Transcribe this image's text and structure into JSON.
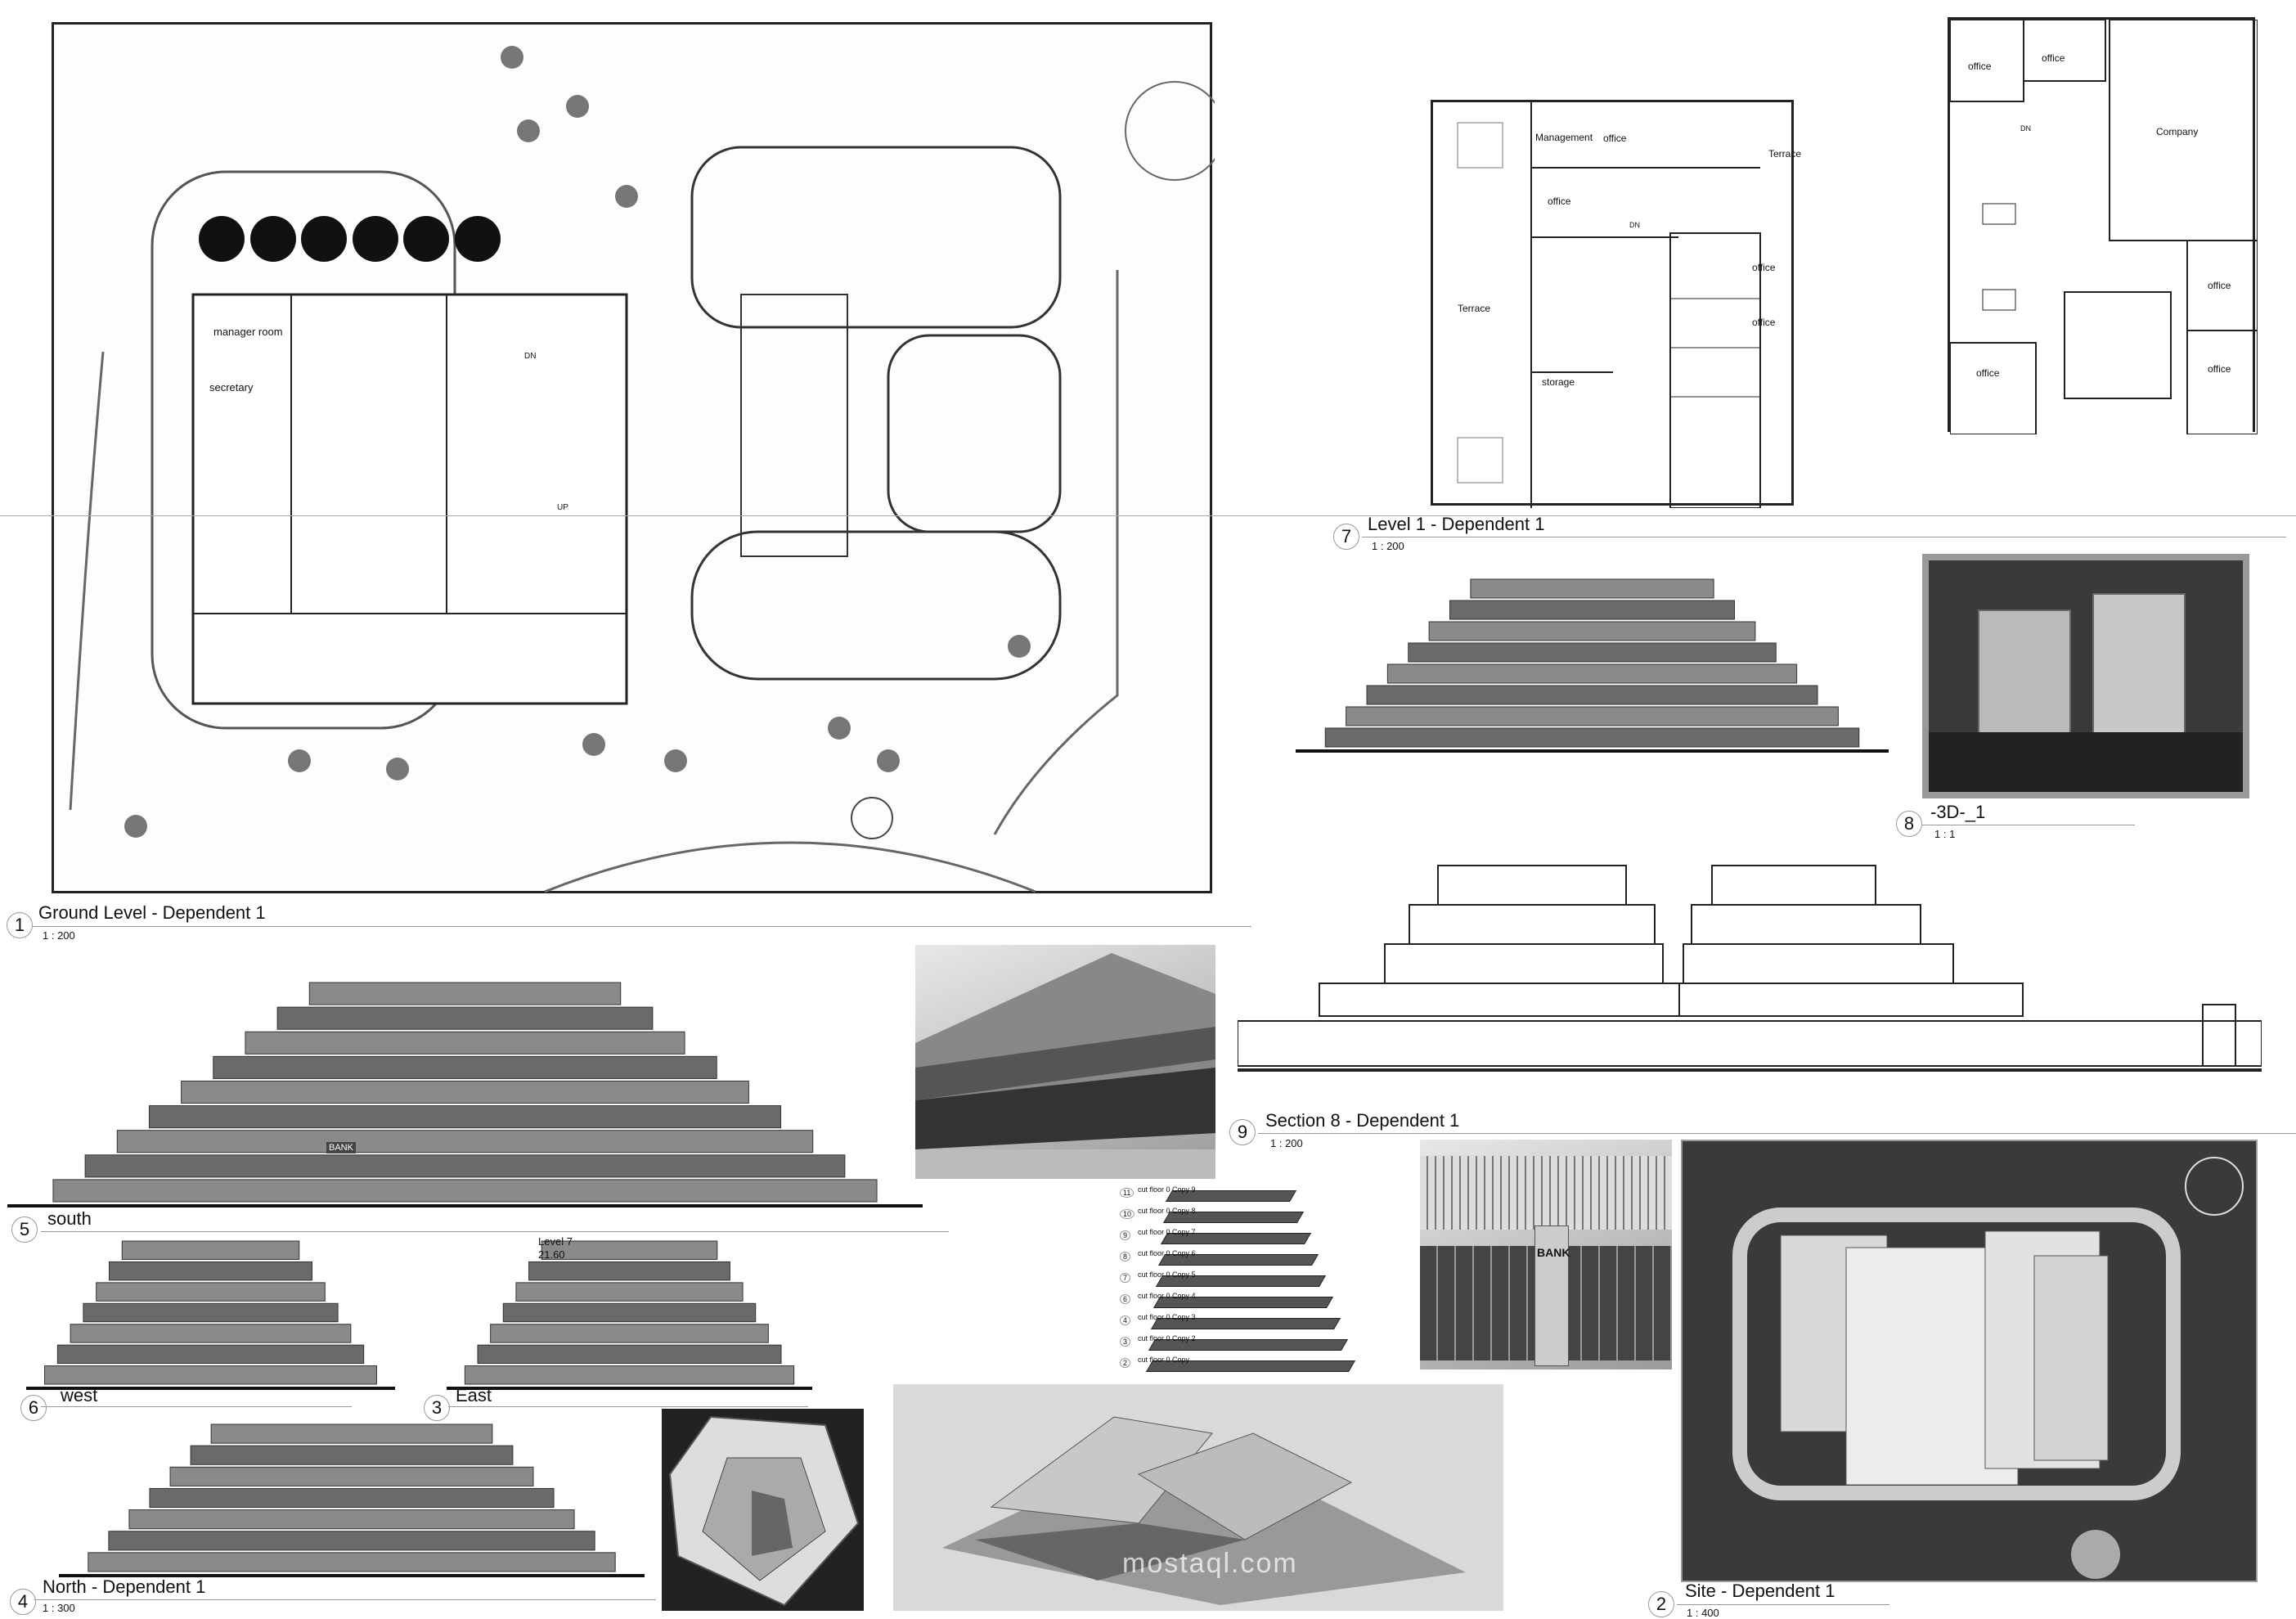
{
  "views": {
    "ground": {
      "num": "1",
      "title": "Ground Level - Dependent 1",
      "scale": "1 : 200"
    },
    "level1": {
      "num": "7",
      "title": "Level 1 - Dependent 1",
      "scale": "1 : 200"
    },
    "view3d": {
      "num": "8",
      "title": "-3D-_1",
      "scale": "1 : 1"
    },
    "section": {
      "num": "9",
      "title": "Section 8 - Dependent 1",
      "scale": "1 : 200"
    },
    "south": {
      "num": "5",
      "title": "south"
    },
    "west": {
      "num": "6",
      "title": "west"
    },
    "east": {
      "num": "3",
      "title": "East",
      "level_name": "Level 7",
      "level_value": "21.60"
    },
    "north": {
      "num": "4",
      "title": "North - Dependent 1",
      "scale": "1 : 300"
    },
    "site": {
      "num": "2",
      "title": "Site - Dependent 1",
      "scale": "1 : 400"
    }
  },
  "ground_rooms": {
    "manager": "manager room",
    "secretary": "secretary",
    "up": "UP",
    "dn": "DN"
  },
  "level1_rooms": {
    "management": "Management",
    "office1": "office",
    "terrace_right": "Terrace",
    "office2": "office",
    "terrace_left": "Terrace",
    "office3": "office",
    "office4": "office",
    "storage": "storage",
    "dn": "DN"
  },
  "upper_rooms": {
    "office_a": "office",
    "office_b": "office",
    "company": "Company",
    "office_c": "office",
    "office_d": "office",
    "office_e": "office",
    "dn": "DN"
  },
  "exploded_levels": [
    {
      "n": "11",
      "label": "cut floor 0 Copy 9"
    },
    {
      "n": "10",
      "label": "cut floor 0 Copy 8"
    },
    {
      "n": "9",
      "label": "cut floor 0 Copy 7"
    },
    {
      "n": "8",
      "label": "cut floor 0 Copy 6"
    },
    {
      "n": "7",
      "label": "cut floor 0 Copy 5"
    },
    {
      "n": "6",
      "label": "cut floor 0 Copy 4"
    },
    {
      "n": "4",
      "label": "cut floor 0 Copy 3"
    },
    {
      "n": "3",
      "label": "cut floor 0 Copy 2"
    },
    {
      "n": "2",
      "label": "cut floor 0 Copy"
    }
  ],
  "bank_sign": "BANK",
  "watermark": "mostaql.com"
}
